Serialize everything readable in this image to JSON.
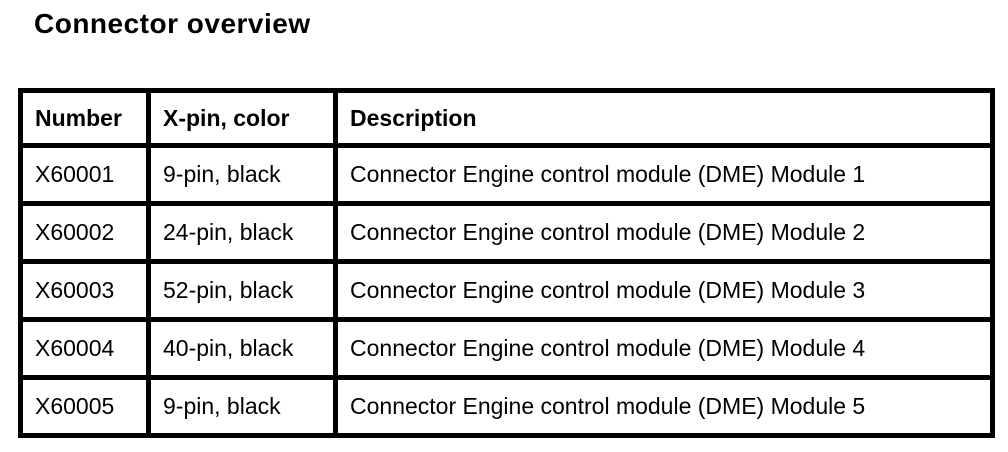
{
  "page": {
    "title": "Connector overview"
  },
  "colors": {
    "border": "#000000",
    "background": "#ffffff",
    "text": "#000000"
  },
  "table": {
    "columns": [
      {
        "key": "number",
        "label": "Number"
      },
      {
        "key": "pin_color",
        "label": "X-pin, color"
      },
      {
        "key": "description",
        "label": "Description"
      }
    ],
    "rows": [
      {
        "number": "X60001",
        "pin_color": "9-pin, black",
        "description": "Connector Engine control module (DME) Module 1"
      },
      {
        "number": "X60002",
        "pin_color": "24-pin, black",
        "description": "Connector Engine control module (DME) Module 2"
      },
      {
        "number": "X60003",
        "pin_color": "52-pin, black",
        "description": "Connector Engine control module (DME) Module 3"
      },
      {
        "number": "X60004",
        "pin_color": "40-pin, black",
        "description": "Connector Engine control module (DME) Module 4"
      },
      {
        "number": "X60005",
        "pin_color": "9-pin, black",
        "description": "Connector Engine control module (DME) Module 5"
      }
    ]
  }
}
